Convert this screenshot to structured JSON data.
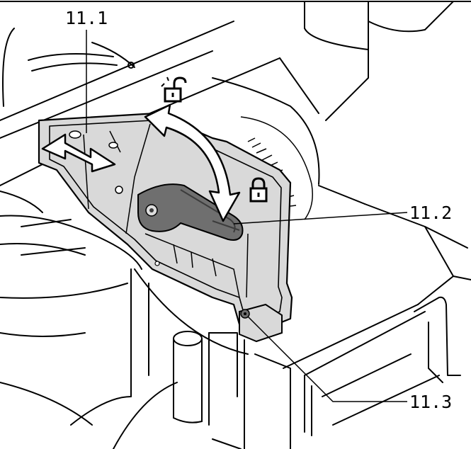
{
  "callouts": {
    "c1": "11.1",
    "c2": "11.2",
    "c3": "11.3"
  },
  "icons": {
    "unlock": "unlocked-padlock-icon",
    "lock": "locked-padlock-icon",
    "slide": "double-headed-arrow-icon",
    "swing": "curved-double-arrow-icon"
  },
  "colors": {
    "line": "#000000",
    "panel_fill": "#d9d9d9",
    "lever_fill": "#6f6f6f",
    "lever_dark": "#3c3c3c",
    "background": "#ffffff"
  }
}
